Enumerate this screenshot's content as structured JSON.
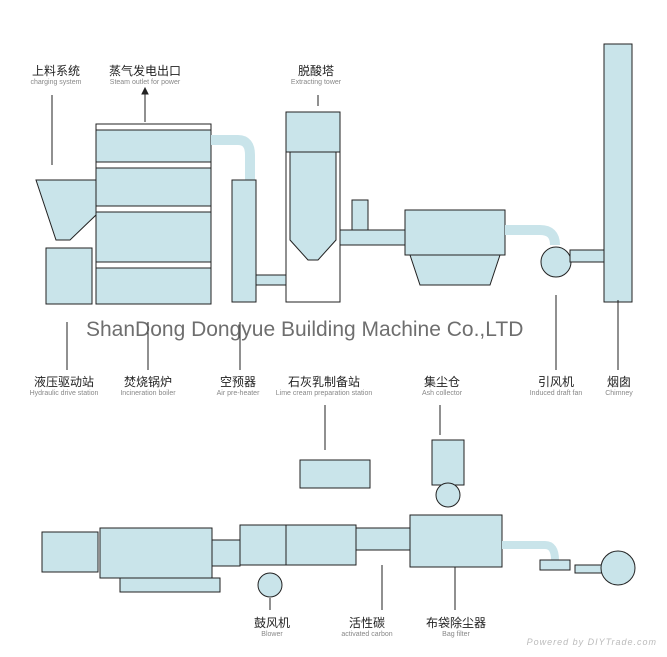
{
  "colors": {
    "equipment_fill": "#c9e4ea",
    "outline": "#222222"
  },
  "labels_top": [
    {
      "zh": "上料系统",
      "en": "charging system"
    },
    {
      "zh": "蒸气发电出口",
      "en": "Steam outlet for power"
    },
    {
      "zh": "脱酸塔",
      "en": "Extracting tower"
    }
  ],
  "labels_middle": [
    {
      "zh": "液压驱动站",
      "en": "Hydraulic drive station"
    },
    {
      "zh": "焚烧锅炉",
      "en": "Incineration boiler"
    },
    {
      "zh": "空预器",
      "en": "Air pre-heater"
    },
    {
      "zh": "石灰乳制备站",
      "en": "Lime cream preparation station"
    },
    {
      "zh": "集尘仓",
      "en": "Ash collector"
    },
    {
      "zh": "引风机",
      "en": "Induced draft fan"
    },
    {
      "zh": "烟囱",
      "en": "Chimney"
    }
  ],
  "labels_bottom": [
    {
      "zh": "鼓风机",
      "en": "Blower"
    },
    {
      "zh": "活性碳",
      "en": "activated carbon"
    },
    {
      "zh": "布袋除尘器",
      "en": "Bag filter"
    }
  ],
  "watermark": "ShanDong Dongyue Building Machine Co.,LTD",
  "powered_by": "Powered by DIYTrade.com"
}
